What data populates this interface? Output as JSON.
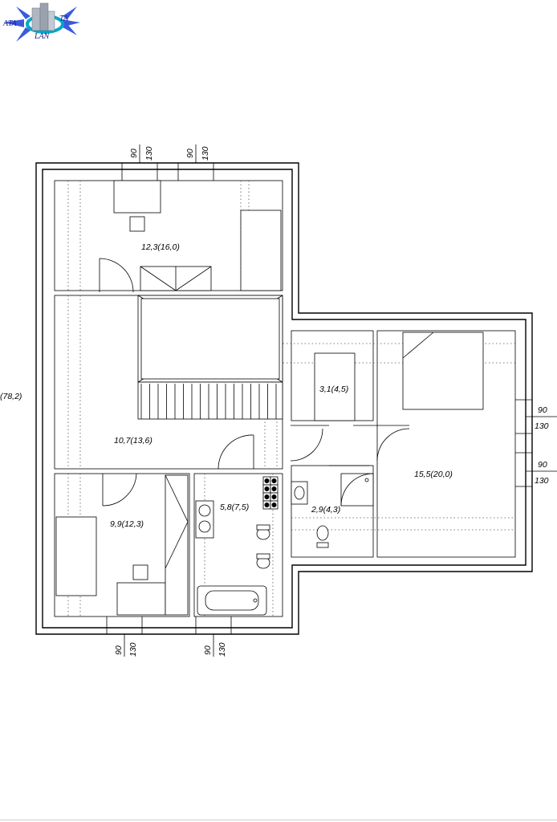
{
  "logo": {
    "word_left": "ATA",
    "word_right": "TA",
    "word_bottom": "LAN",
    "colors": {
      "arrows": "#3b5bdb",
      "ring": "#00a8c8",
      "building": "#b0b7c3",
      "text": "#1a1a8c"
    }
  },
  "plan": {
    "total_area_label": "(78,2)",
    "rooms": [
      {
        "id": "top-room",
        "label": "12,3(16,0)"
      },
      {
        "id": "hall",
        "label": "10,7(13,6)"
      },
      {
        "id": "small-top-room",
        "label": "3,1(4,5)"
      },
      {
        "id": "bedroom-right",
        "label": "15,5(20,0)"
      },
      {
        "id": "bathroom",
        "label": "5,8(7,5)"
      },
      {
        "id": "wc",
        "label": "2,9(4,3)"
      },
      {
        "id": "bottom-left-room",
        "label": "9,9(12,3)"
      }
    ],
    "window_dims": {
      "top_1": [
        "90",
        "130"
      ],
      "top_2": [
        "90",
        "130"
      ],
      "right_1": [
        "90",
        "130"
      ],
      "right_2": [
        "90",
        "130"
      ],
      "bottom_1": [
        "90",
        "130"
      ],
      "bottom_2": [
        "90",
        "130"
      ]
    }
  }
}
